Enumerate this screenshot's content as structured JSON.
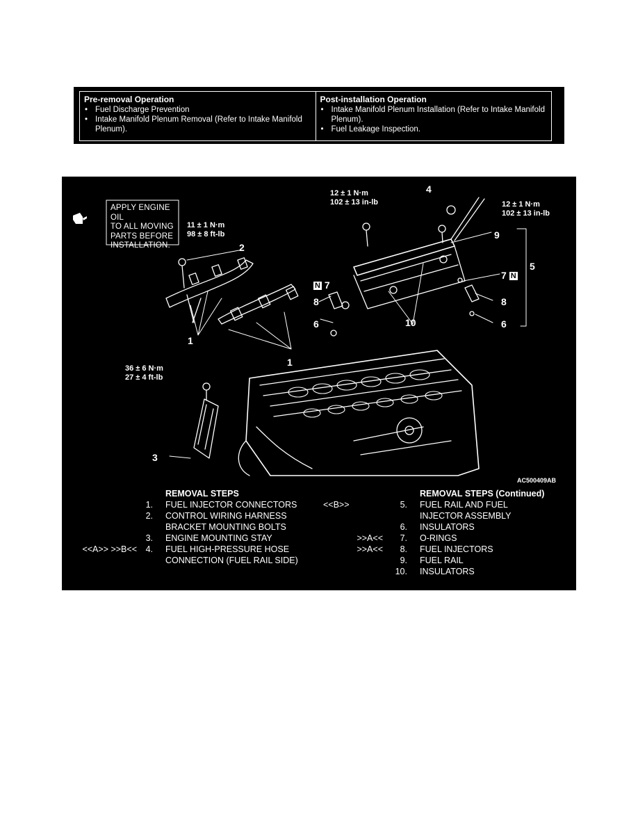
{
  "operations": {
    "pre": {
      "title": "Pre-removal Operation",
      "items": [
        "Fuel Discharge Prevention",
        "Intake Manifold Plenum Removal (Refer to Intake Manifold Plenum)."
      ]
    },
    "post": {
      "title": "Post-installation Operation",
      "items": [
        "Intake Manifold Plenum Installation (Refer to Intake Manifold Plenum).",
        "Fuel Leakage Inspection."
      ]
    }
  },
  "figure": {
    "oil_note": [
      "APPLY ENGINE OIL",
      "TO ALL MOVING",
      "PARTS BEFORE",
      "INSTALLATION."
    ],
    "torque": {
      "t2": [
        "11 ± 1 N·m",
        "98 ± 8 ft-lb"
      ],
      "t3": [
        "36 ± 6 N·m",
        "27 ± 4 ft-lb"
      ],
      "t9a": [
        "12 ± 1 N·m",
        "102 ± 13 in-lb"
      ],
      "t9b": [
        "12 ± 1 N·m",
        "102 ± 13 in-lb"
      ]
    },
    "callouts": {
      "c1a": "1",
      "c1b": "1",
      "c2": "2",
      "c3": "3",
      "c4": "4",
      "c5": "5",
      "c6a": "6",
      "c6b": "6",
      "c7a": "7",
      "c7b": "7",
      "c8a": "8",
      "c8b": "8",
      "c9": "9",
      "c10": "10",
      "n_mark": "N"
    },
    "code": "AC500409AB"
  },
  "removal_steps": {
    "title": "REMOVAL STEPS",
    "title_continued": "REMOVAL STEPS (Continued)",
    "left": [
      {
        "mark": "",
        "num": "1.",
        "lines": [
          "FUEL INJECTOR CONNECTORS"
        ]
      },
      {
        "mark": "",
        "num": "2.",
        "lines": [
          "CONTROL WIRING HARNESS",
          "BRACKET MOUNTING BOLTS"
        ]
      },
      {
        "mark": "",
        "num": "3.",
        "lines": [
          "ENGINE MOUNTING STAY"
        ]
      },
      {
        "mark": "<<A>>    >>B<<",
        "num": "4.",
        "lines": [
          "FUEL HIGH-PRESSURE HOSE",
          "CONNECTION (FUEL RAIL SIDE)"
        ]
      }
    ],
    "right": [
      {
        "mark": "<<B>>",
        "num": "5.",
        "lines": [
          "FUEL RAIL AND FUEL",
          "INJECTOR ASSEMBLY"
        ]
      },
      {
        "mark": "",
        "num": "6.",
        "lines": [
          "INSULATORS"
        ]
      },
      {
        "mark": ">>A<<",
        "num": "7.",
        "lines": [
          "O-RINGS"
        ]
      },
      {
        "mark": ">>A<<",
        "num": "8.",
        "lines": [
          "FUEL INJECTORS"
        ]
      },
      {
        "mark": "",
        "num": "9.",
        "lines": [
          "FUEL RAIL"
        ]
      },
      {
        "mark": "",
        "num": "10.",
        "lines": [
          "INSULATORS"
        ]
      }
    ]
  }
}
